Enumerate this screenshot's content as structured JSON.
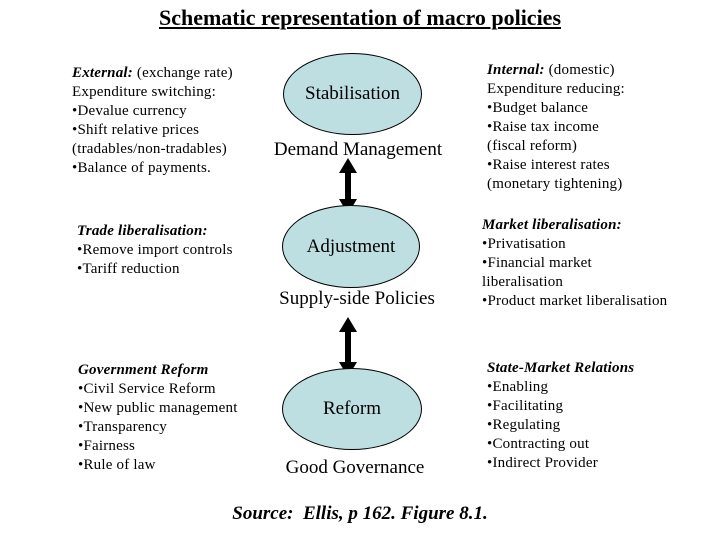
{
  "title": "Schematic representation of macro policies",
  "colors": {
    "background": "#FFFFFF",
    "text": "#000000",
    "ellipse_fill": "#BEDFE1",
    "ellipse_border": "#000000",
    "arrow": "#000000"
  },
  "left_column": [
    {
      "heading": "External:",
      "heading_suffix": " (exchange rate)",
      "lines": [
        "Expenditure switching:",
        "•Devalue currency",
        "•Shift relative prices",
        "(tradables/non-tradables)",
        "•Balance of payments."
      ]
    },
    {
      "heading": "Trade liberalisation:",
      "lines": [
        "•Remove import controls",
        "•Tariff reduction"
      ]
    },
    {
      "heading": "Government Reform",
      "lines": [
        "•Civil Service Reform",
        "•New public management",
        "•Transparency",
        "•Fairness",
        "•Rule of law"
      ]
    }
  ],
  "right_column": [
    {
      "heading": "Internal:",
      "heading_suffix": " (domestic)",
      "lines": [
        "Expenditure reducing:",
        "•Budget balance",
        "•Raise tax income",
        "(fiscal reform)",
        "•Raise interest rates",
        "(monetary tightening)"
      ]
    },
    {
      "heading": "Market liberalisation:",
      "lines": [
        "•Privatisation",
        "•Financial market",
        "liberalisation",
        "•Product market liberalisation"
      ]
    },
    {
      "heading": "State-Market Relations",
      "lines": [
        "•Enabling",
        "•Facilitating",
        "•Regulating",
        "•Contracting out",
        "•Indirect Provider"
      ]
    }
  ],
  "center": {
    "nodes": [
      {
        "label": "Stabilisation",
        "sublabel": "Demand Management"
      },
      {
        "label": "Adjustment",
        "sublabel": "Supply-side Policies"
      },
      {
        "label": "Reform",
        "sublabel": "Good Governance"
      }
    ]
  },
  "source": "Source:  Ellis, p 162. Figure 8.1."
}
